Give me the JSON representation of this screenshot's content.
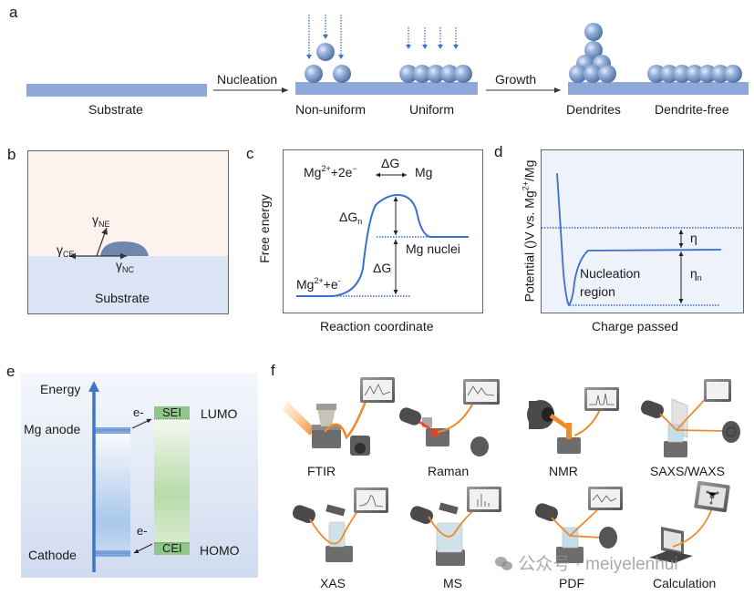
{
  "colors": {
    "substrate_bar": "#8ea9d9",
    "sphere": "#7c9ccf",
    "arrow_blue": "#3f74c8",
    "curve_blue": "#3b6fd0",
    "panel_b_top": "#fdf3ee",
    "panel_b_bottom": "#dbe4f4",
    "droplet": "#6f87ab",
    "panel_d_bg": "#eef2fb",
    "panel_e_bg": "#dbe5f5",
    "sei_cei": "#8fc78a",
    "orange_beam": "#f08a2c",
    "device_gray": "#5d5d5d"
  },
  "panel_a": {
    "label": "a",
    "substrate": "Substrate",
    "step1": "Nucleation",
    "nonuniform": "Non-uniform",
    "uniform": "Uniform",
    "step2": "Growth",
    "dendrites": "Dendrites",
    "dendrite_free": "Dendrite-free"
  },
  "panel_b": {
    "label": "b",
    "gamma_ne": "γ",
    "gamma_ne_sub": "NE",
    "gamma_ce": "γ",
    "gamma_ce_sub": "CE",
    "gamma_nc": "γ",
    "gamma_nc_sub": "NC",
    "substrate": "Substrate"
  },
  "panel_c": {
    "label": "c",
    "reaction_left": "Mg",
    "reaction_left_sup": "2+",
    "reaction_left_tail": "+2e",
    "reaction_left_tail_sup": "−",
    "reaction_delta": "ΔG",
    "reaction_right": "Mg",
    "delta_gn": "ΔG",
    "delta_gn_sub": "n",
    "delta_g": "ΔG",
    "mg_nuclei": "Mg nuclei",
    "start_state": "Mg",
    "start_state_sup": "2+",
    "start_state_tail": "+e",
    "start_state_tail_sup": "-",
    "ylabel": "Free energy",
    "xlabel": "Reaction coordinate"
  },
  "panel_d": {
    "label": "d",
    "eta": "η",
    "eta_n": "η",
    "eta_n_sub": "n",
    "region_line1": "Nucleation",
    "region_line2": "region",
    "ylabel": "Potential ()V vs. Mg",
    "ylabel_sup": "2+",
    "ylabel_tail": "/Mg",
    "xlabel": "Charge passed"
  },
  "panel_e": {
    "label": "e",
    "axis": "Energy",
    "anode": "Mg anode",
    "cathode": "Cathode",
    "electron_top": "e-",
    "electron_bottom": "e-",
    "sei": "SEI",
    "cei": "CEI",
    "lumo": "LUMO",
    "homo": "HOMO"
  },
  "panel_f": {
    "label": "f",
    "techniques": [
      "FTIR",
      "Raman",
      "NMR",
      "SAXS/WAXS",
      "XAS",
      "MS",
      "PDF",
      "Calculation"
    ]
  },
  "watermark": "公众号 · meiyelenhui"
}
